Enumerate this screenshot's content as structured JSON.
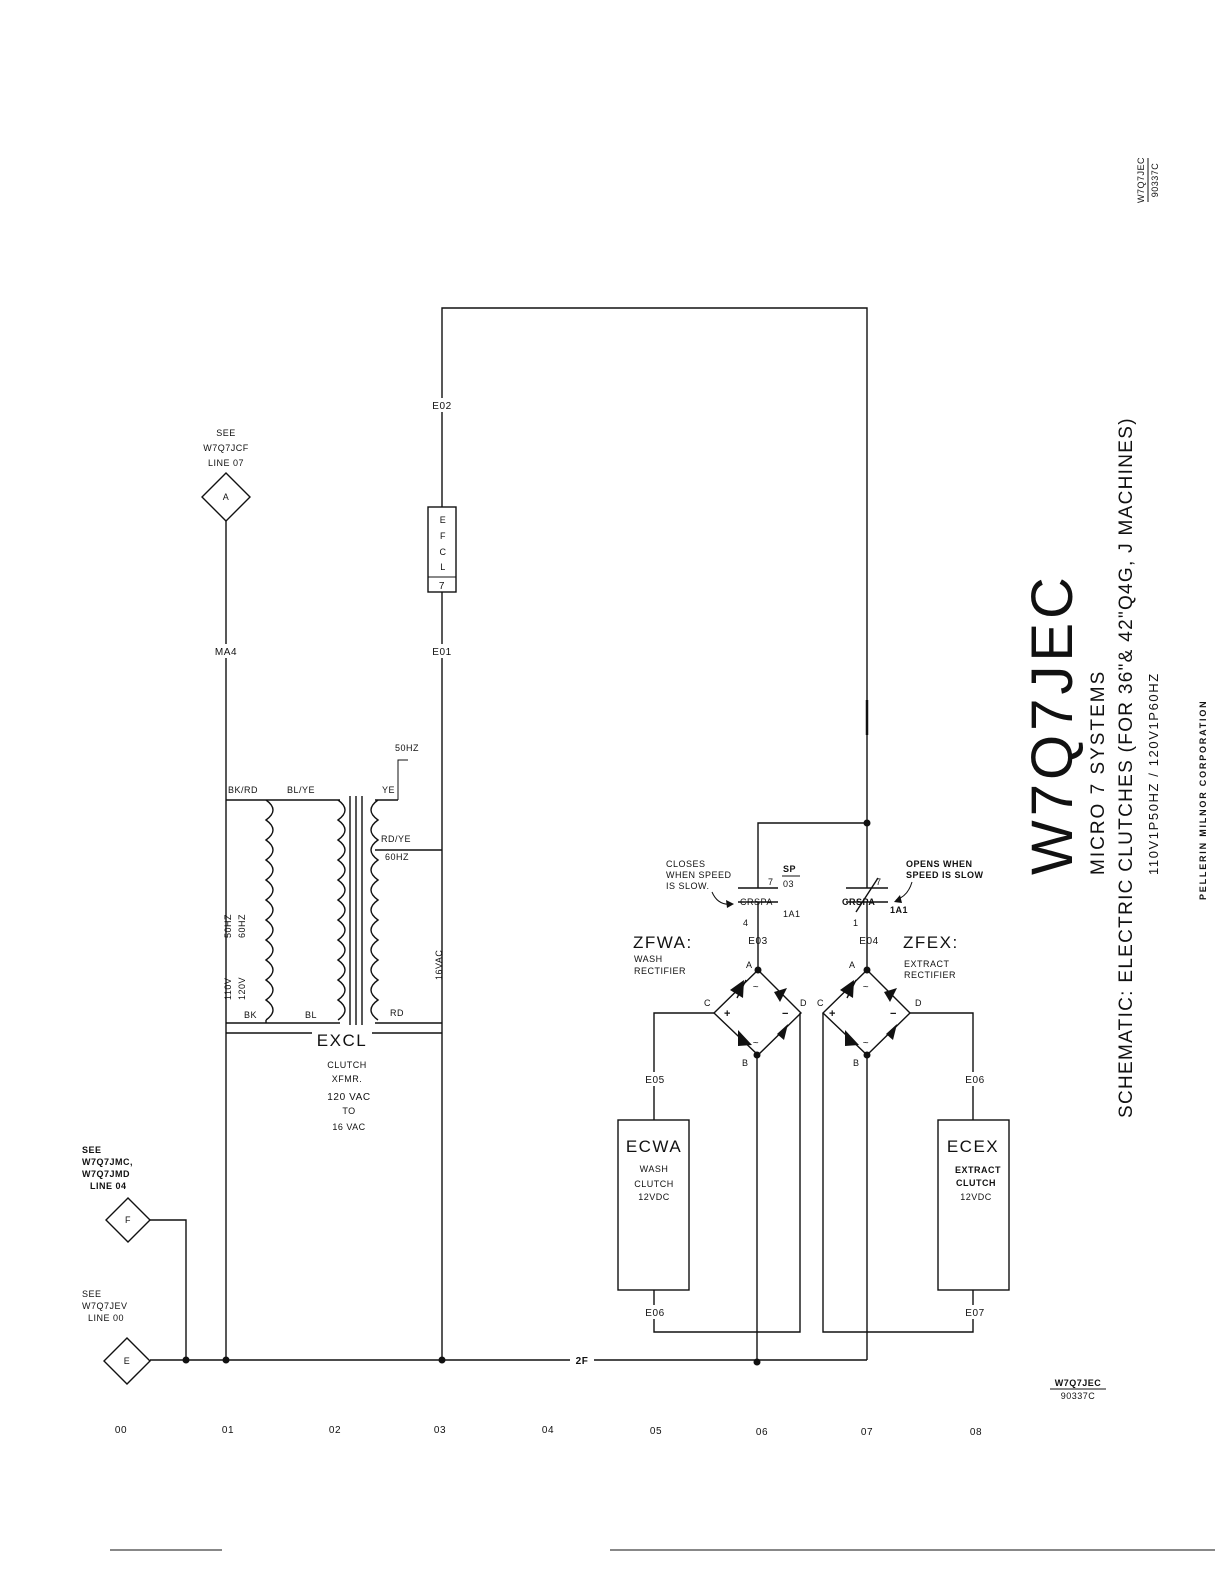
{
  "stamp_top": {
    "code": "W7Q7JEC",
    "drawing_no": "90337C"
  },
  "stamp_bottom": {
    "code": "W7Q7JEC",
    "drawing_no": "90337C"
  },
  "title_block": {
    "drawing_code": "W7Q7JEC",
    "system": "MICRO 7 SYSTEMS",
    "description": "SCHEMATIC: ELECTRIC CLUTCHES (FOR 36\"& 42\"Q4G, J MACHINES)",
    "ratings": "110V1P50HZ / 120V1P60HZ",
    "company": "PELLERIN MILNOR CORPORATION"
  },
  "references": {
    "a": {
      "see": "SEE",
      "doc": "W7Q7JCF",
      "line": "LINE 07",
      "symbol": "A"
    },
    "f": {
      "see": "SEE",
      "doc1": "W7Q7JMC,",
      "doc2": "W7Q7JMD",
      "line": "LINE 04",
      "symbol": "F"
    },
    "e": {
      "see": "SEE",
      "doc": "W7Q7JEV",
      "line": "LINE 00",
      "symbol": "E"
    }
  },
  "wires": {
    "ma4": "MA4",
    "e01": "E01",
    "e02": "E02",
    "e03": "E03",
    "e04": "E04",
    "e05": "E05",
    "e06_bottom": "E06",
    "e06_right": "E06",
    "e07": "E07",
    "bus": "2F"
  },
  "fuse": {
    "letters": [
      "E",
      "F",
      "C",
      "L"
    ],
    "number": "7"
  },
  "transformer": {
    "name": "EXCL",
    "desc": [
      "CLUTCH",
      "XFMR.",
      "120 VAC",
      "TO",
      "16 VAC"
    ],
    "bk_rd": "BK/RD",
    "bl_ye": "BL/YE",
    "ye": "YE",
    "rd_ye": "RD/YE",
    "hz50": "50HZ",
    "hz60": "60HZ",
    "bk": "BK",
    "bl": "BL",
    "rd": "RD",
    "v110": "110V",
    "v120": "120V",
    "p50": "50HZ",
    "p60": "60HZ",
    "vac16": "16VAC"
  },
  "contacts": {
    "wash": {
      "label": "CRSPA",
      "top": "7",
      "bottom": "4",
      "ref": "1A1",
      "note": [
        "CLOSES",
        "WHEN SPEED",
        "IS SLOW."
      ],
      "sp": "SP",
      "sp_line": "03"
    },
    "extract": {
      "label": "CRSPA",
      "top": "7",
      "bottom": "1",
      "ref": "1A1",
      "note": [
        "OPENS WHEN",
        "SPEED IS SLOW"
      ]
    }
  },
  "rectifiers": {
    "wash": {
      "name": "ZFWA:",
      "desc1": "WASH",
      "desc2": "RECTIFIER",
      "a": "A",
      "b": "B",
      "c": "C",
      "d": "D"
    },
    "extract": {
      "name": "ZFEX:",
      "desc1": "EXTRACT",
      "desc2": "RECTIFIER",
      "a": "A",
      "b": "B",
      "c": "C",
      "d": "D"
    }
  },
  "clutches": {
    "wash": {
      "name": "ECWA",
      "line1": "WASH",
      "line2": "CLUTCH",
      "line3": "12VDC"
    },
    "extract": {
      "name": "ECEX",
      "line1": "EXTRACT",
      "line2": "CLUTCH",
      "line3": "12VDC"
    }
  },
  "line_numbers": [
    "00",
    "01",
    "02",
    "03",
    "04",
    "05",
    "06",
    "07",
    "08"
  ]
}
